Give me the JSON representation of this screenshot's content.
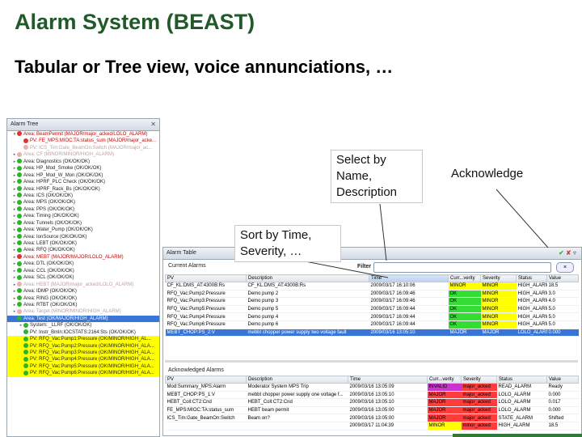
{
  "title": "Alarm System (BEAST)",
  "subtitle": "Tabular or Tree view, voice annunciations, …",
  "tree": {
    "tab_label": "Alarm Tree",
    "rows": [
      {
        "text": "Area: BeamPermit (MAJOR/major_acked/LOLO_ALARM)",
        "color": "#e53030",
        "style": "red-txt",
        "twisty": "▾"
      },
      {
        "text": "PV: FE_MPS:MIOC:TA:status_sum (MAJOR/major_acke...",
        "color": "#e53030",
        "style": "red-txt",
        "twisty": ""
      },
      {
        "text": "PV: ICS_Tim:Gate_BeamOn:Switch (MAJOR/major_ac...",
        "color": "#e8b0b0",
        "style": "faded",
        "twisty": ""
      },
      {
        "text": "Area: CF (MINOR/MINOR/HIGH_ALARM)",
        "color": "#e8b0b0",
        "style": "faded",
        "twisty": "▸"
      },
      {
        "text": "Area: Diagnostics (OK/OK/OK)",
        "color": "#2bb52b",
        "style": "",
        "twisty": "▸"
      },
      {
        "text": "Area: HP_Mod_Smoke (OK/OK/OK)",
        "color": "#2bb52b",
        "style": "",
        "twisty": "▸"
      },
      {
        "text": "Area: HP_Mod_W_Mon (OK/OK/OK)",
        "color": "#2bb52b",
        "style": "",
        "twisty": "▸"
      },
      {
        "text": "Area: HPRF_PLC Check (OK/OK/OK)",
        "color": "#2bb52b",
        "style": "",
        "twisty": "▸"
      },
      {
        "text": "Area: HPRF_Rack_Bs (OK/OK/OK)",
        "color": "#2bb52b",
        "style": "",
        "twisty": "▸"
      },
      {
        "text": "Area: ICS (OK/OK/OK)",
        "color": "#2bb52b",
        "style": "",
        "twisty": "▸"
      },
      {
        "text": "Area: MPS (OK/OK/OK)",
        "color": "#2bb52b",
        "style": "",
        "twisty": "▸"
      },
      {
        "text": "Area: PPS (OK/OK/OK)",
        "color": "#2bb52b",
        "style": "",
        "twisty": "▸"
      },
      {
        "text": "Area: Timing (OK/OK/OK)",
        "color": "#2bb52b",
        "style": "",
        "twisty": "▸"
      },
      {
        "text": "Area: Tunnels (OK/OK/OK)",
        "color": "#2bb52b",
        "style": "",
        "twisty": "▸"
      },
      {
        "text": "Area: Water_Pump (OK/OK/OK)",
        "color": "#2bb52b",
        "style": "",
        "twisty": "▸"
      },
      {
        "text": "Area: IonSource (OK/OK/OK)",
        "color": "#2bb52b",
        "style": "",
        "twisty": "▸"
      },
      {
        "text": "Area: LEBT (OK/OK/OK)",
        "color": "#2bb52b",
        "style": "",
        "twisty": "▸"
      },
      {
        "text": "Area: RFQ (OK/OK/OK)",
        "color": "#2bb52b",
        "style": "",
        "twisty": "▸"
      },
      {
        "text": "Area: MEBT (MAJOR/MAJOR/LOLO_ALARM)",
        "color": "#e53030",
        "style": "red-txt",
        "twisty": "▸"
      },
      {
        "text": "Area: DTL (OK/OK/OK)",
        "color": "#2bb52b",
        "style": "",
        "twisty": "▸"
      },
      {
        "text": "Area: CCL (OK/OK/OK)",
        "color": "#2bb52b",
        "style": "",
        "twisty": "▸"
      },
      {
        "text": "Area: SCL (OK/OK/OK)",
        "color": "#2bb52b",
        "style": "",
        "twisty": "▸"
      },
      {
        "text": "Area: HEBT (MAJOR/major_acked/LOLO_ALARM)",
        "color": "#e8b0b0",
        "style": "faded",
        "twisty": "▸"
      },
      {
        "text": "Area: IDMP (OK/OK/OK)",
        "color": "#2bb52b",
        "style": "",
        "twisty": "▸"
      },
      {
        "text": "Area: RING (OK/OK/OK)",
        "color": "#2bb52b",
        "style": "",
        "twisty": "▸"
      },
      {
        "text": "Area: RTBT (OK/OK/OK)",
        "color": "#2bb52b",
        "style": "",
        "twisty": "▸"
      },
      {
        "text": "Area: Target (MINOR/MINOR/HIGH_ALARM)",
        "color": "#e8b0b0",
        "style": "faded",
        "twisty": "▸"
      },
      {
        "text": "Area: Test (OK/MAJOR/HIGH_ALARM)",
        "color": "#2bb52b",
        "style": "sel",
        "twisty": "▾"
      },
      {
        "text": "System: _LLRF (OK/OK/OK)",
        "color": "#2bb52b",
        "style": "",
        "twisty": "▸"
      },
      {
        "text": "PV: Instr_Bmln:IOCSTATS:2164:Sts (OK/OK/OK)",
        "color": "#2bb52b",
        "style": "",
        "twisty": ""
      },
      {
        "text": "PV: RFQ_Vac:Pump1:Pressure (OK/MINOR/HIGH_AL...",
        "color": "#2bb52b",
        "style": "yel",
        "twisty": ""
      },
      {
        "text": "PV: RFQ_Vac:Pump2:Pressure (OK/MINOR/HIGH_ALA...",
        "color": "#2bb52b",
        "style": "yel",
        "twisty": ""
      },
      {
        "text": "PV: RFQ_Vac:Pump3:Pressure (OK/MINOR/HIGH_ALA...",
        "color": "#2bb52b",
        "style": "yel",
        "twisty": ""
      },
      {
        "text": "PV: RFQ_Vac:Pump4:Pressure (OK/MINOR/HIGH_ALA...",
        "color": "#2bb52b",
        "style": "yel",
        "twisty": ""
      },
      {
        "text": "PV: RFQ_Vac:Pump5:Pressure (OK/MINOR/HIGH_ALA...",
        "color": "#2bb52b",
        "style": "yel",
        "twisty": ""
      },
      {
        "text": "PV: RFQ_Vac:Pump6:Pressure (OK/MINOR/HIGH_ALA...",
        "color": "#2bb52b",
        "style": "yel",
        "twisty": ""
      }
    ]
  },
  "table": {
    "tab_label": "Alarm Table",
    "current_label": "Current Alarms",
    "filter_label": "Filter",
    "filter_button": "×",
    "columns": [
      "PV",
      "Description",
      "Time",
      "Curr...verity",
      "Severity",
      "Status",
      "Value"
    ],
    "rows": [
      {
        "pv": "CF_KL:DMS_AT:4300B:Rs",
        "desc": "CF_KL:DMS_AT:4300B:Rs",
        "time": "2009/03/17 16:10:06",
        "curr": "MINOR",
        "sev": "MINOR",
        "status": "HIGH_ALARM",
        "value": "18.5",
        "curr_cls": "sev-minor",
        "sev_cls": "sev-minor",
        "sel": false
      },
      {
        "pv": "RFQ_Vac:Pump2:Pressure",
        "desc": "Demo pump 2",
        "time": "2009/03/17 16:09:46",
        "curr": "OK",
        "sev": "MINOR",
        "status": "HIGH_ALARM",
        "value": "3.0",
        "curr_cls": "sev-ok",
        "sev_cls": "sev-minor",
        "sel": false
      },
      {
        "pv": "RFQ_Vac:Pump3:Pressure",
        "desc": "Demo pump 3",
        "time": "2009/03/17 16:09:46",
        "curr": "OK",
        "sev": "MINOR",
        "status": "HIGH_ALARM",
        "value": "4.0",
        "curr_cls": "sev-ok",
        "sev_cls": "sev-minor",
        "sel": false
      },
      {
        "pv": "RFQ_Vac:Pump5:Pressure",
        "desc": "Demo pump 5",
        "time": "2009/03/17 16:09:44",
        "curr": "OK",
        "sev": "MINOR",
        "status": "HIGH_ALARM",
        "value": "5.0",
        "curr_cls": "sev-ok",
        "sev_cls": "sev-minor",
        "sel": false
      },
      {
        "pv": "RFQ_Vac:Pump4:Pressure",
        "desc": "Demo pump 4",
        "time": "2009/03/17 16:09:44",
        "curr": "OK",
        "sev": "MINOR",
        "status": "HIGH_ALARM",
        "value": "5.0",
        "curr_cls": "sev-ok",
        "sev_cls": "sev-minor",
        "sel": false
      },
      {
        "pv": "RFQ_Vac:Pump6:Pressure",
        "desc": "Demo pump 6",
        "time": "2009/03/17 16:09:44",
        "curr": "OK",
        "sev": "MINOR",
        "status": "HIGH_ALARM",
        "value": "5.0",
        "curr_cls": "sev-ok",
        "sev_cls": "sev-minor",
        "sel": false
      },
      {
        "pv": "MEBT_CHOP:PS_2:V",
        "desc": "mebbt chopper power supply two voltage fault",
        "time": "2009/03/16 13:05:10",
        "curr": "MAJOR",
        "sev": "MAJOR",
        "status": "LOLO_ALARM",
        "value": "0.000",
        "curr_cls": "",
        "sev_cls": "",
        "sel": true
      }
    ],
    "ack_label": "Acknowledged Alarms",
    "ack_columns": [
      "PV",
      "Description",
      "Time",
      "Curr...verity",
      "Severity",
      "Status",
      "Value"
    ],
    "ack_rows": [
      {
        "pv": "Mod:Summary_MPS:Alarm",
        "desc": "Moderator System MPS Trip",
        "time": "2009/03/16 13:05:09",
        "curr": "INVALID",
        "sev": "major_acked",
        "status": "READ_ALARM",
        "value": "Ready",
        "curr_cls": "sev-inv",
        "sev_cls": "sev-major"
      },
      {
        "pv": "MEBT_CHOP:PS_1:V",
        "desc": "mebbt chopper power supply one voltage f...",
        "time": "2009/03/16 13:05:10",
        "curr": "MAJOR",
        "sev": "major_acked",
        "status": "LOLO_ALARM",
        "value": "0.000",
        "curr_cls": "sev-major",
        "sev_cls": "sev-major"
      },
      {
        "pv": "HEBT_Coll:CT2:Cnd",
        "desc": "HEBT_Coll:CT2:Cnd",
        "time": "2009/03/16 13:05:10",
        "curr": "MAJOR",
        "sev": "major_acked",
        "status": "LOLO_ALARM",
        "value": "0.017",
        "curr_cls": "sev-major",
        "sev_cls": "sev-major"
      },
      {
        "pv": "FE_MPS:MIOC:TA:status_sum",
        "desc": "HEBT beam permit",
        "time": "2009/03/16 13:05:00",
        "curr": "MAJOR",
        "sev": "major_acked",
        "status": "LOLO_ALARM",
        "value": "0.000",
        "curr_cls": "sev-major",
        "sev_cls": "sev-major"
      },
      {
        "pv": "ICS_Tim:Gate_BeamOn:Switch",
        "desc": "Beam on?",
        "time": "2009/03/16 13:05:00",
        "curr": "MAJOR",
        "sev": "major_acked",
        "status": "STATE_ALARM",
        "value": "Shifted",
        "curr_cls": "sev-major",
        "sev_cls": "sev-major"
      },
      {
        "pv": "",
        "desc": "",
        "time": "2009/03/17 11:04:39",
        "curr": "MINOR",
        "sev": "minor_acked",
        "status": "HIGH_ALARM",
        "value": "18.5",
        "curr_cls": "sev-minor",
        "sev_cls": "sev-major"
      }
    ]
  },
  "callouts": {
    "select": "Select by Name, Description",
    "acknowledge": "Acknowledge",
    "sort": "Sort by Time, Severity, …"
  },
  "colors": {
    "title": "#1f5a28",
    "major": "#ff3c3c",
    "minor": "#ffff00",
    "ok": "#33dd33",
    "selection": "#3875d7"
  }
}
